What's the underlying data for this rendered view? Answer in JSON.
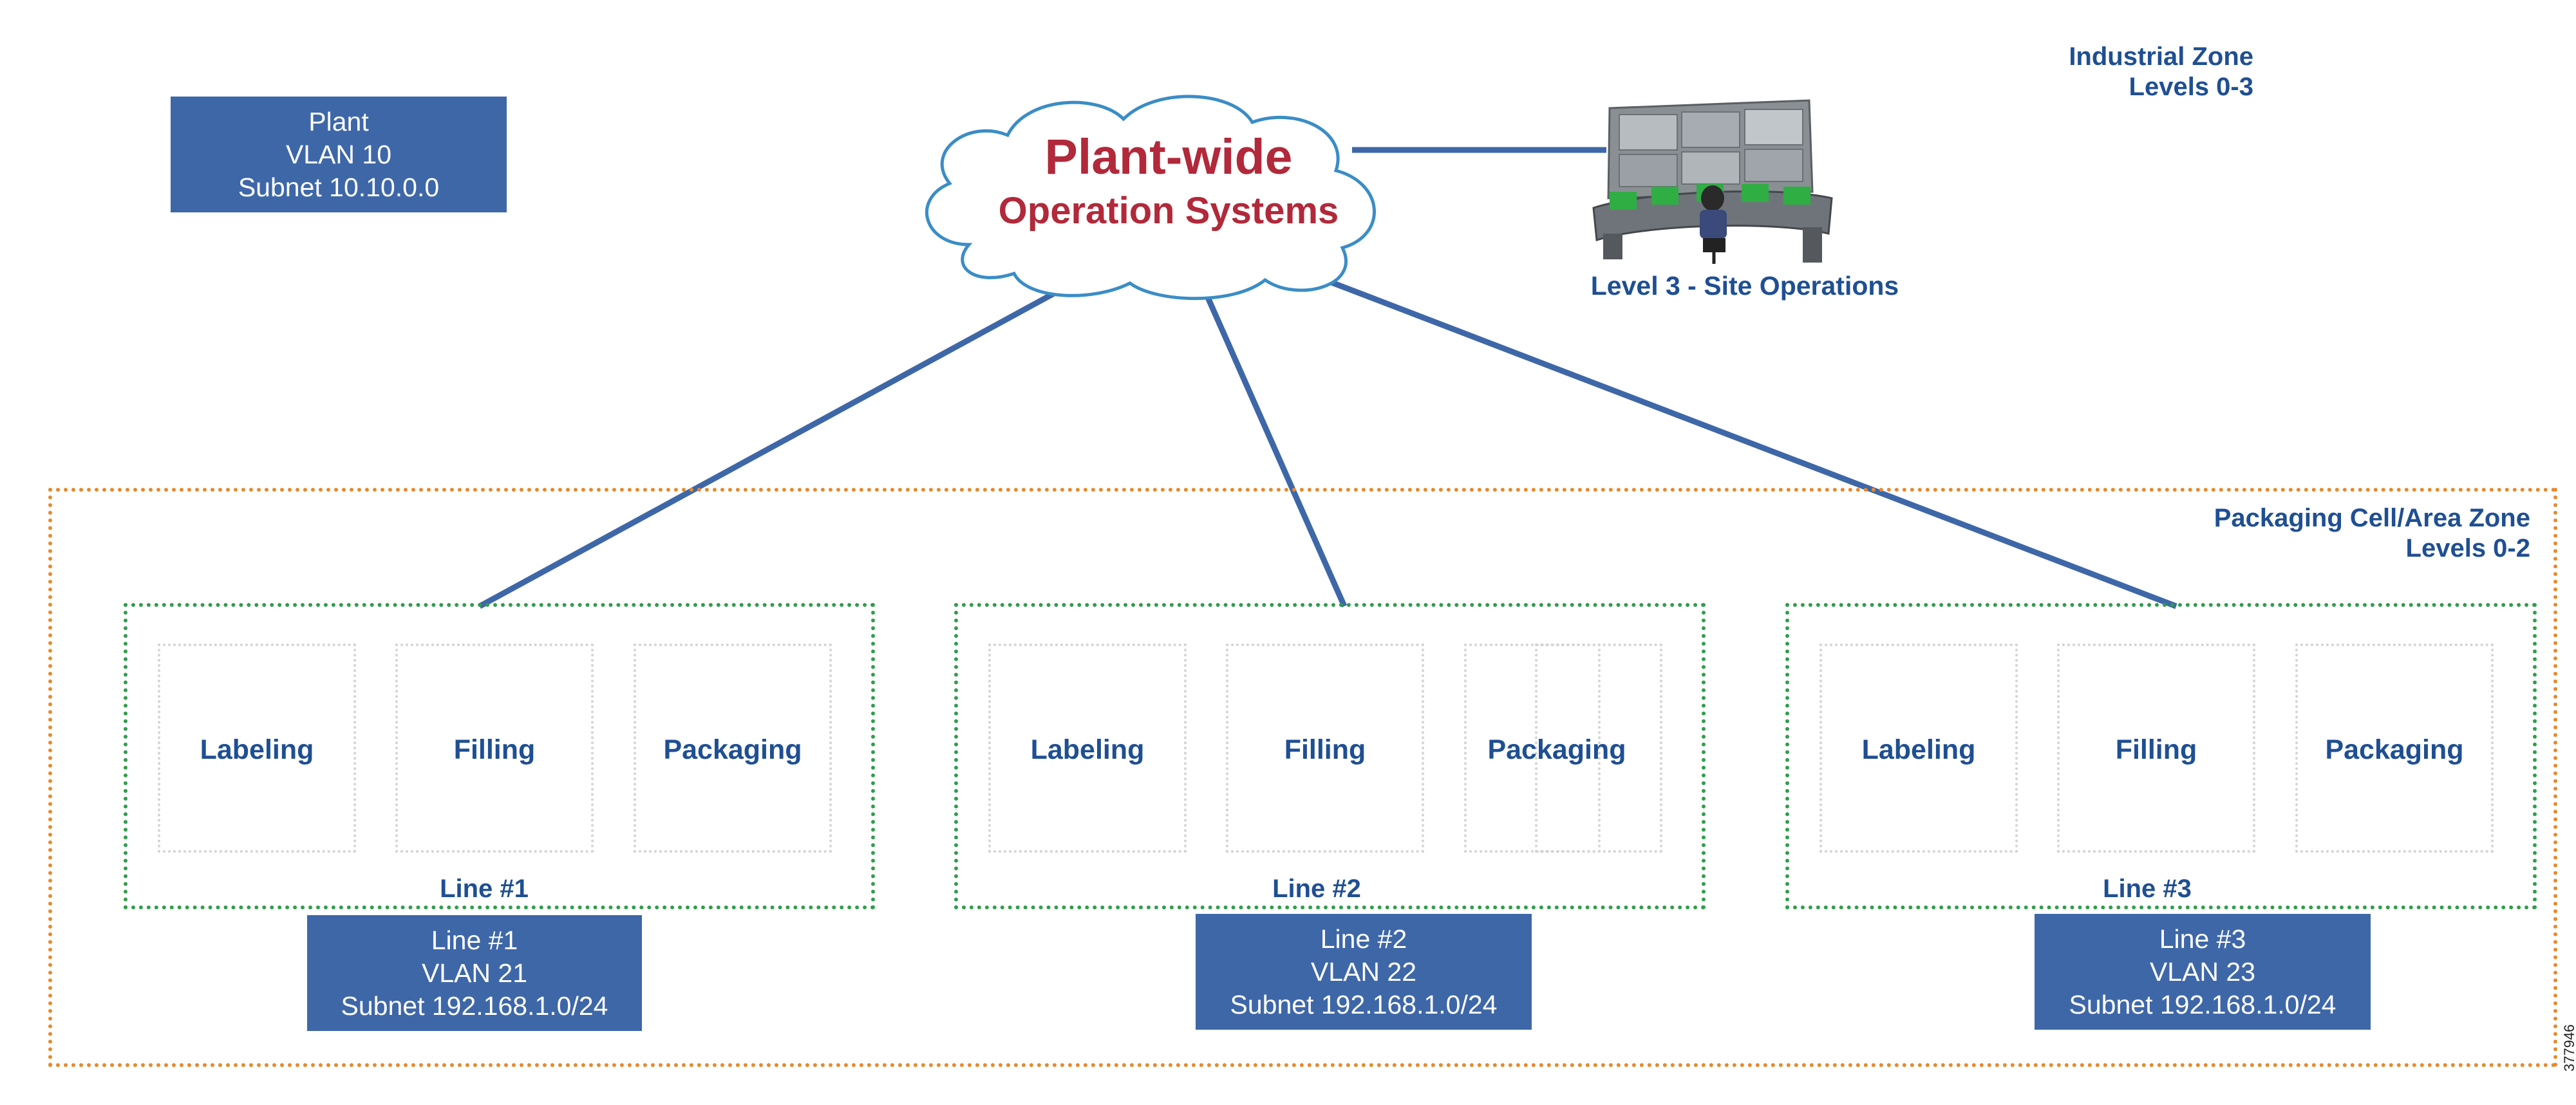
{
  "plant_box": {
    "line1": "Plant",
    "line2": "VLAN 10",
    "line3": "Subnet 10.10.0.0"
  },
  "operations_cloud": {
    "title": "Plant-wide",
    "subtitle": "Operation Systems",
    "fill": "#ffffff",
    "stroke": "#3a8dc6",
    "text_color": "#b1293a"
  },
  "site_operations": {
    "label": "Level 3 - Site Operations",
    "icon": "control-room-icon"
  },
  "industrial_zone": {
    "line1": "Industrial Zone",
    "line2": "Levels 0-3"
  },
  "cell_zone": {
    "line1": "Packaging Cell/Area Zone",
    "line2": "Levels 0-2",
    "border_color": "#e8892b"
  },
  "lines": [
    {
      "title": "Line #1",
      "stations": [
        "Labeling",
        "Filling",
        "Packaging"
      ],
      "vlan_box": [
        "Line #1",
        "VLAN 21",
        "Subnet 192.168.1.0/24"
      ]
    },
    {
      "title": "Line #2",
      "stations": [
        "Labeling",
        "Filling",
        "Packaging"
      ],
      "vlan_box": [
        "Line #2",
        "VLAN 22",
        "Subnet 192.168.1.0/24"
      ]
    },
    {
      "title": "Line #3",
      "stations": [
        "Labeling",
        "Filling",
        "Packaging"
      ],
      "vlan_box": [
        "Line #3",
        "VLAN 23",
        "Subnet 192.168.1.0/24"
      ]
    }
  ],
  "figure_id": "377946",
  "colors": {
    "accent_blue": "#3e67a8",
    "label_blue": "#1f4f93",
    "line_zone_green": "#2e9e4a",
    "station_gray": "#d3d3d3"
  }
}
